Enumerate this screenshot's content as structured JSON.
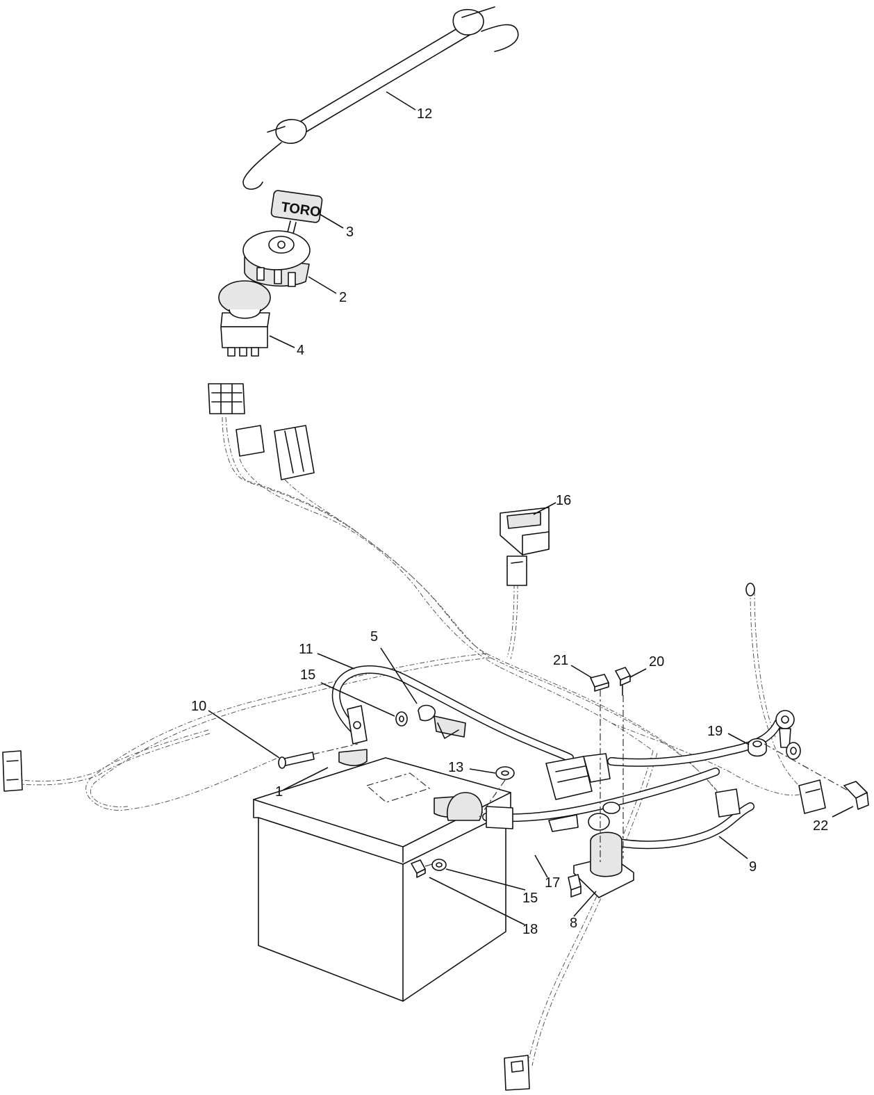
{
  "diagram": {
    "key_brand": "TORO",
    "callouts": [
      "12",
      "3",
      "2",
      "4",
      "16",
      "11",
      "5",
      "15",
      "10",
      "21",
      "20",
      "19",
      "13",
      "22",
      "9",
      "17",
      "15",
      "18",
      "8",
      "1"
    ]
  }
}
